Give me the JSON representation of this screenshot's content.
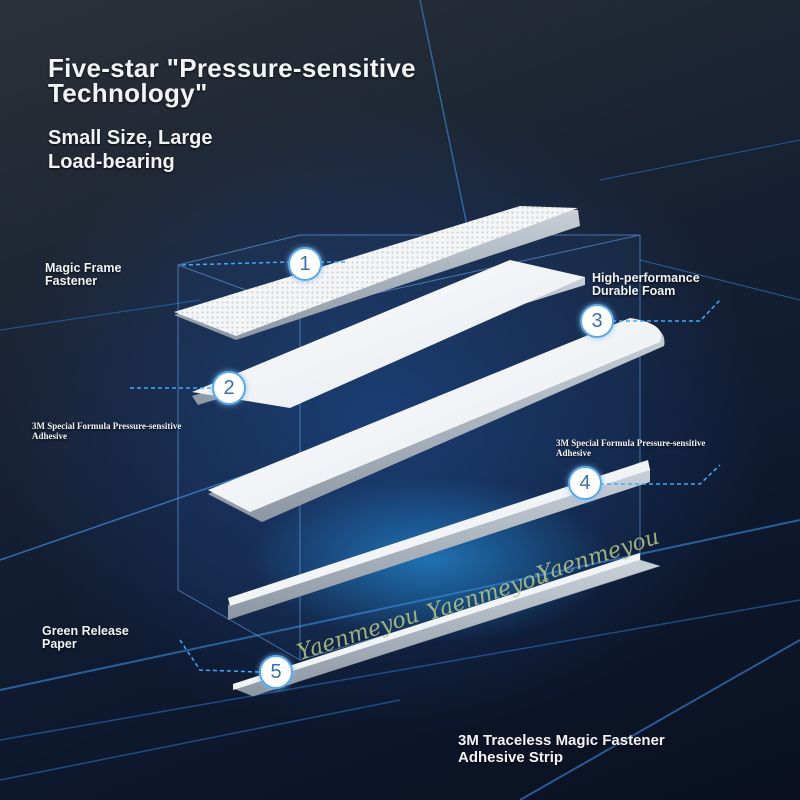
{
  "headline": "Five-star \"Pressure-sensitive\n Technology\"",
  "subheadline": "Small Size, Large\n Load-bearing",
  "layers": [
    {
      "number": "1",
      "label": "Magic Frame\n Fastener"
    },
    {
      "number": "2",
      "label": "3M Special Formula Pressure-sensitive\n Adhesive"
    },
    {
      "number": "3",
      "label": "High-performance\n Durable Foam"
    },
    {
      "number": "4",
      "label": "3M Special Formula Pressure-sensitive\n Adhesive"
    },
    {
      "number": "5",
      "label": "Green Release\n Paper"
    }
  ],
  "product_name": "3M Traceless Magic Fastener\n Adhesive Strip",
  "release_paper_print": "Yaenmeyou",
  "colors": {
    "accent_line": "#3fa9ff",
    "glow": "#28aaff",
    "release_print": "#b8c98a"
  }
}
